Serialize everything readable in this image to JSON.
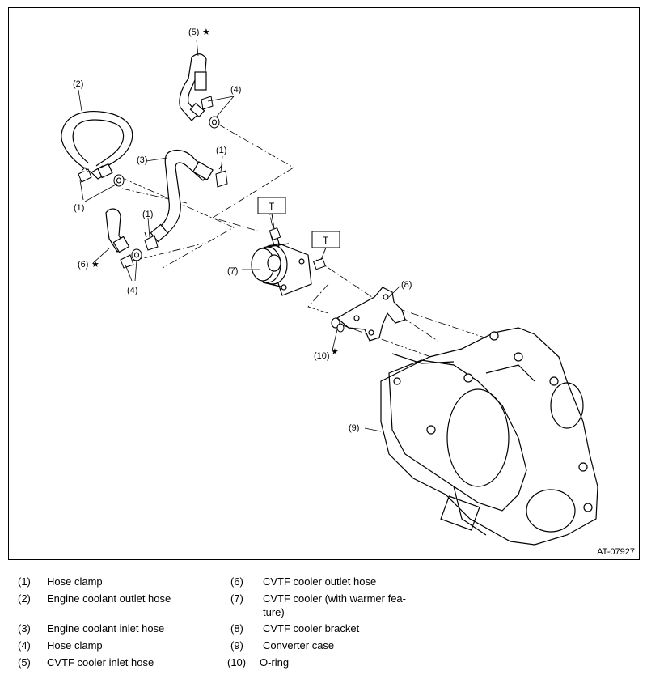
{
  "figure": {
    "ref_code": "AT-07927",
    "callouts": {
      "c1a": "(1)",
      "c1b": "(1)",
      "c1c": "(1)",
      "c2": "(2)",
      "c3": "(3)",
      "c4a": "(4)",
      "c4b": "(4)",
      "c5": "(5)",
      "c6": "(6)",
      "c7": "(7)",
      "c8": "(8)",
      "c9": "(9)",
      "c10": "(10)",
      "star": "★",
      "torque_mark": "T"
    }
  },
  "legend": [
    {
      "num": "(1)",
      "text": "Hose clamp"
    },
    {
      "num": "(2)",
      "text": "Engine coolant outlet hose"
    },
    {
      "num": "(3)",
      "text": "Engine coolant inlet hose"
    },
    {
      "num": "(4)",
      "text": "Hose clamp"
    },
    {
      "num": "(5)",
      "text": "CVTF cooler inlet hose"
    },
    {
      "num": "(6)",
      "text": "CVTF cooler outlet hose"
    },
    {
      "num": "(7)",
      "text": "CVTF cooler (with warmer fea-"
    },
    {
      "num": "",
      "text": "ture)"
    },
    {
      "num": "(8)",
      "text": "CVTF cooler bracket"
    },
    {
      "num": "(9)",
      "text": "Converter case"
    },
    {
      "num": "(10)",
      "text": "O-ring"
    }
  ]
}
